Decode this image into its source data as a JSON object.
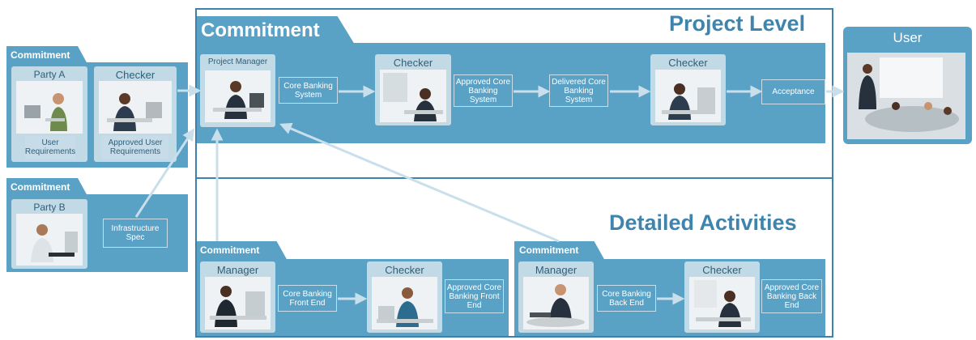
{
  "diagram": {
    "project_level_title": "Project Level",
    "detailed_activities_title": "Detailed Activities",
    "main_commitment_tab": "Commitment",
    "party_a": {
      "tab": "Commitment",
      "party_a_card": {
        "title": "Party A",
        "caption": "User Requirements"
      },
      "checker_card": {
        "title": "Checker",
        "caption": "Approved User Requirements"
      }
    },
    "party_b": {
      "tab": "Commitment",
      "card": {
        "title": "Party B"
      },
      "spec_label": "Infrastructure Spec"
    },
    "project_row": {
      "manager_title": "Project Manager",
      "label1": "Core Banking System",
      "checker1_title": "Checker",
      "label2": "Approved Core Banking System",
      "label3": "Delivered Core Banking System",
      "checker2_title": "Checker",
      "acceptance": "Acceptance"
    },
    "user_box": {
      "title": "User"
    },
    "front_end": {
      "tab": "Commitment",
      "manager_title": "Manager",
      "label1": "Core Banking Front End",
      "checker_title": "Checker",
      "label2": "Approved Core Banking Front End"
    },
    "back_end": {
      "tab": "Commitment",
      "manager_title": "Manager",
      "label1": "Core Banking Back End",
      "checker_title": "Checker",
      "label2": "Approved Core Banking Back End"
    }
  },
  "colors": {
    "panel": "#5aa1c6",
    "outline": "#3d82ab",
    "card": "#c2d9e6",
    "arrow": "#c9dfeb",
    "title": "#3f84ad"
  },
  "icons": [
    "office-worker-icon",
    "meeting-room-icon"
  ]
}
